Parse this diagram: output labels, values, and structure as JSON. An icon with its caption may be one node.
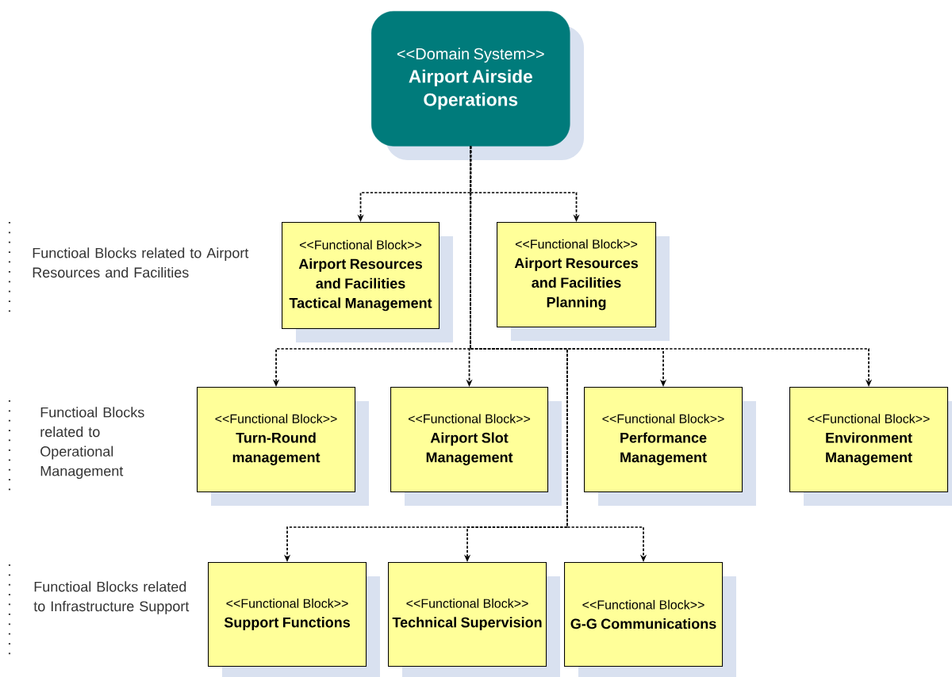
{
  "diagram": {
    "nodes": [
      {
        "text": [
          "<<Domain System>>",
          "Airport Airside Operations"
        ]
      },
      {
        "text": [
          "<<Functional Block>>",
          "Airport Resources and Facilities Tactical Management"
        ]
      },
      {
        "text": [
          "<<Functional Block>>",
          "Airport Resources and Facilities Planning"
        ]
      },
      {
        "text": [
          "<<Functional Block>>",
          "Turn-Round management"
        ]
      },
      {
        "text": [
          "<<Functional Block>>",
          "Airport Slot Management"
        ]
      },
      {
        "text": [
          "<<Functional Block>>",
          "Performance Management"
        ]
      },
      {
        "text": [
          "<<Functional Block>>",
          "Environment Management"
        ]
      },
      {
        "text": [
          "<<Functional Block>>",
          "Support Functions"
        ]
      },
      {
        "text": [
          "<<Functional Block>>",
          "Technical Supervision"
        ]
      },
      {
        "text": [
          "<<Functional Block>>",
          "G-G Communications"
        ]
      }
    ],
    "edges": [
      {
        "from": 0,
        "to": 1,
        "arrow": "to",
        "style": "dashed"
      },
      {
        "from": 0,
        "to": 2,
        "arrow": "to",
        "style": "dashed"
      },
      {
        "from": 0,
        "to": 3,
        "arrow": "to",
        "style": "dashed"
      },
      {
        "from": 0,
        "to": 4,
        "arrow": "to",
        "style": "dashed"
      },
      {
        "from": 0,
        "to": 5,
        "arrow": "to",
        "style": "dashed"
      },
      {
        "from": 0,
        "to": 6,
        "arrow": "to",
        "style": "dashed"
      },
      {
        "from": 0,
        "to": 7,
        "arrow": "to",
        "style": "dashed"
      },
      {
        "from": 0,
        "to": 8,
        "arrow": "to",
        "style": "dashed"
      },
      {
        "from": 0,
        "to": 9,
        "arrow": "to",
        "style": "dashed"
      }
    ],
    "labels": [
      "Functioal Blocks related to Airport Resources and Facilities",
      "Functioal Blocks related to Operational Management",
      "Functioal Blocks related to Infrastructure Support"
    ]
  }
}
